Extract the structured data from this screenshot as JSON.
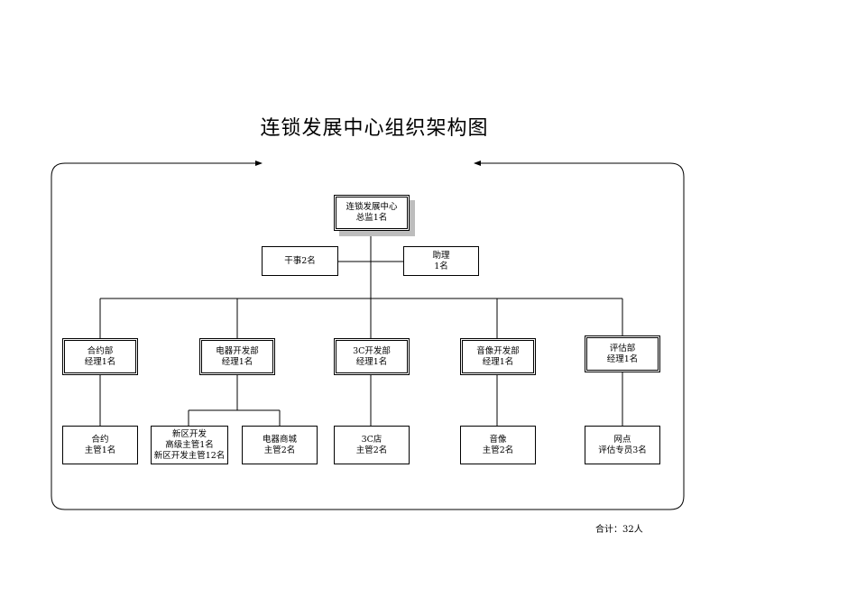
{
  "title": "连锁发展中心组织架构图",
  "root": {
    "line1": "连锁发展中心",
    "line2": "总监1名"
  },
  "staff_left": {
    "line1": "干事2名"
  },
  "staff_right": {
    "line1": "助理",
    "line2": "1名"
  },
  "departments": [
    {
      "line1": "合约部",
      "line2": "经理1名"
    },
    {
      "line1": "电器开发部",
      "line2": "经理1名"
    },
    {
      "line1": "3C开发部",
      "line2": "经理1名"
    },
    {
      "line1": "音像开发部",
      "line2": "经理1名"
    },
    {
      "line1": "评估部",
      "line2": "经理1名"
    }
  ],
  "teams": [
    {
      "line1": "合约",
      "line2": "主管1名"
    },
    {
      "line1": "新区开发",
      "line2": "高级主管1名",
      "line3": "新区开发主管12名"
    },
    {
      "line1": "电器商城",
      "line2": "主管2名"
    },
    {
      "line1": "3C店",
      "line2": "主管2名"
    },
    {
      "line1": "音像",
      "line2": "主管2名"
    },
    {
      "line1": "网点",
      "line2": "评估专员3名"
    }
  ],
  "total": "合计：32人"
}
